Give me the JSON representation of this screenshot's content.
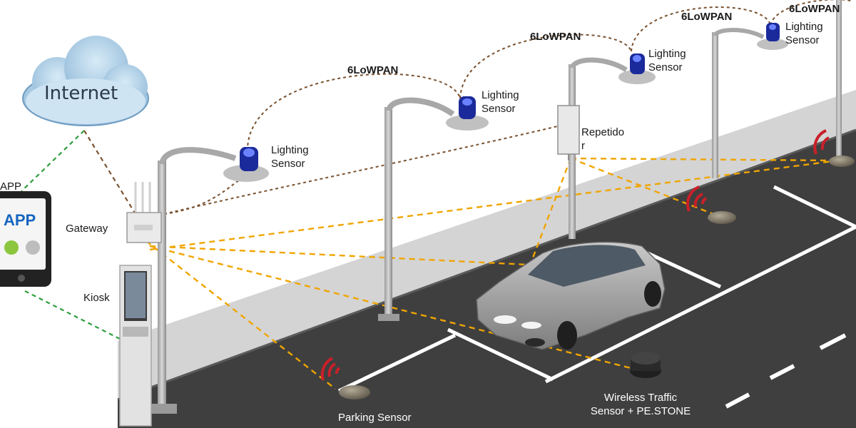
{
  "internet": {
    "label": "Internet"
  },
  "app": {
    "label": "APP",
    "side_label": "APP"
  },
  "gateway": {
    "label": "Gateway"
  },
  "kiosk": {
    "label": "Kiosk"
  },
  "repeater": {
    "label_line1": "Repetido",
    "label_line2": "r"
  },
  "lighting_sensors": [
    {
      "line1": "Lighting",
      "line2": "Sensor"
    },
    {
      "line1": "Lighting",
      "line2": "Sensor"
    },
    {
      "line1": "Lighting",
      "line2": "Sensor"
    },
    {
      "line1": "Lighting",
      "line2": "Sensor"
    }
  ],
  "links": [
    {
      "label": "6LoWPAN"
    },
    {
      "label": "6LoWPAN"
    },
    {
      "label": "6LoWPAN"
    },
    {
      "label": "6LoWPAN"
    }
  ],
  "parking_sensor": {
    "label": "Parking Sensor"
  },
  "traffic_sensor": {
    "line1": "Wireless Traffic",
    "line2": "Sensor + PE.STONE"
  },
  "colors": {
    "road": "#3f3f3f",
    "sidewalk": "#d4d4d4",
    "wireless_link": "#f0a500",
    "mesh_link": "#7a5230",
    "app_link": "#2e9e3e",
    "signal": "#c8202a",
    "cloud": "#9fc3de"
  }
}
